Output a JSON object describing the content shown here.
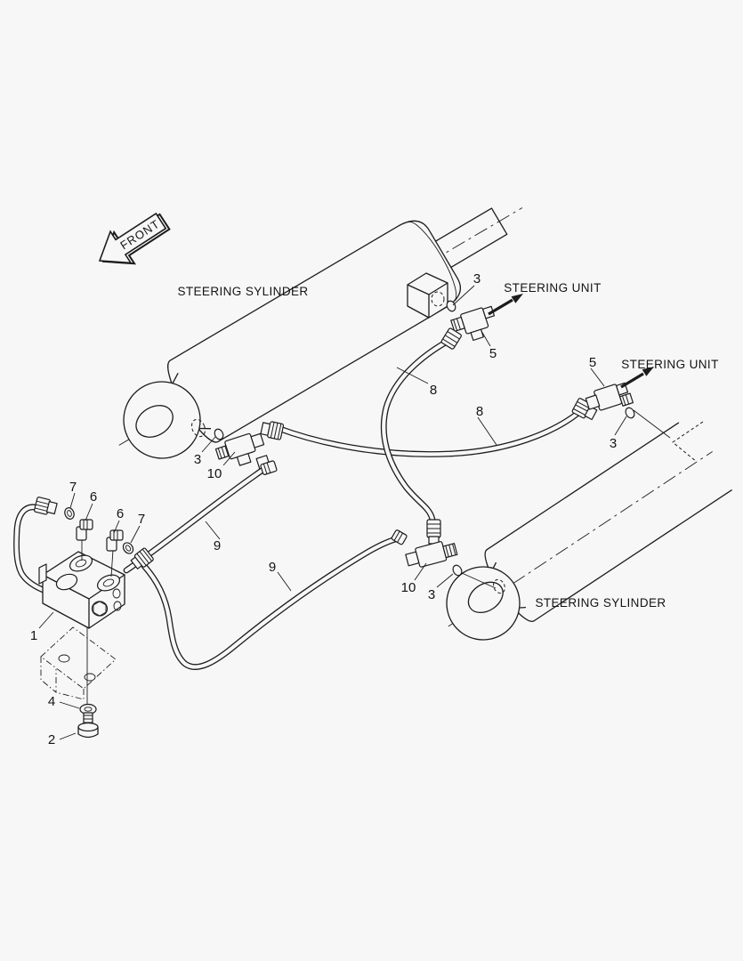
{
  "figure": {
    "type": "hydraulic-parts-diagram",
    "background_color": "#f7f7f7",
    "line_color": "#1c1c1c"
  },
  "labels": {
    "front": "FRONT",
    "steering_cylinder_top": "STEERING SYLINDER",
    "steering_unit_top": "STEERING UNIT",
    "steering_unit_right": "STEERING UNIT",
    "steering_cylinder_bottom": "STEERING SYLINDER"
  },
  "callouts": {
    "c3_top": "3",
    "c5_top": "5",
    "c8_left": "8",
    "c8_right": "8",
    "c5_right": "5",
    "c3_right": "3",
    "c3_left": "3",
    "c10_left": "10",
    "c9_upper": "9",
    "c9_lower": "9",
    "c10_bottom": "10",
    "c3_bottom": "3",
    "c7_left": "7",
    "c6_left": "6",
    "c6_mid": "6",
    "c7_mid": "7",
    "c1": "1",
    "c4": "4",
    "c2": "2"
  }
}
